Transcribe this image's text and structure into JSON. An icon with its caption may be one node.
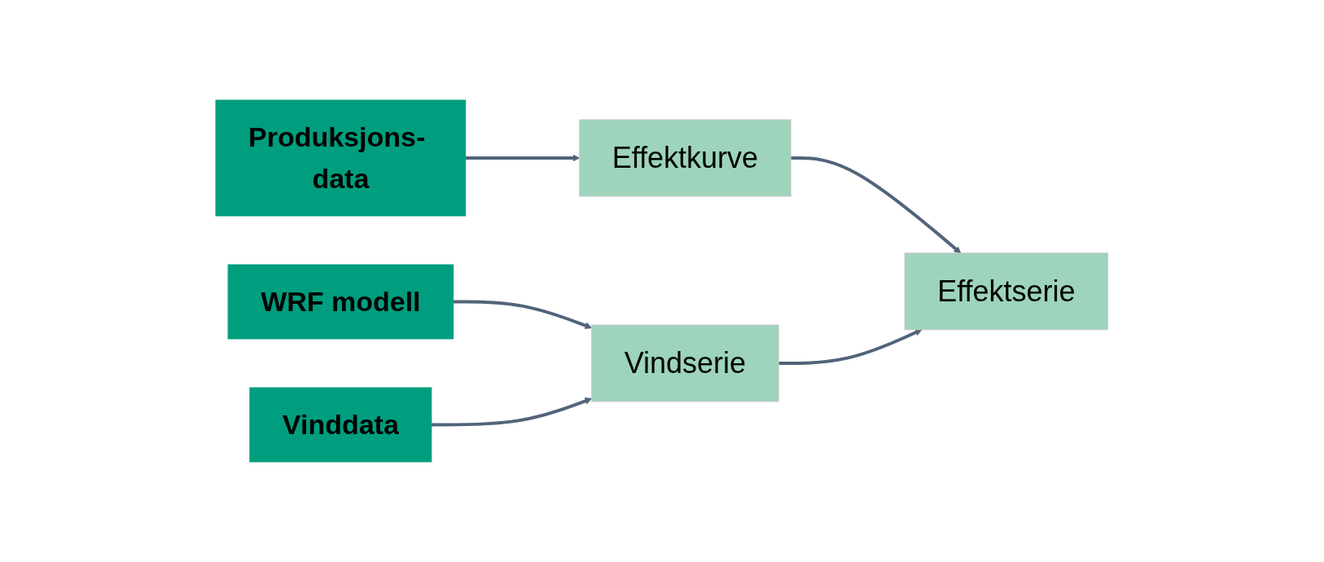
{
  "diagram": {
    "nodes": [
      {
        "text": [
          "Produksjons- data"
        ]
      },
      {
        "text": [
          "WRF modell"
        ]
      },
      {
        "text": [
          "Vinddata"
        ]
      },
      {
        "text": [
          "Effektkurve"
        ]
      },
      {
        "text": [
          "Vindserie"
        ]
      },
      {
        "text": [
          "Effektserie"
        ]
      }
    ],
    "edges": [
      {
        "from": 0,
        "to": 3,
        "arrow": "to"
      },
      {
        "from": 1,
        "to": 4,
        "arrow": "to"
      },
      {
        "from": 2,
        "to": 4,
        "arrow": "to"
      },
      {
        "from": 3,
        "to": 5,
        "arrow": "to"
      },
      {
        "from": 4,
        "to": 5,
        "arrow": "to"
      }
    ]
  }
}
